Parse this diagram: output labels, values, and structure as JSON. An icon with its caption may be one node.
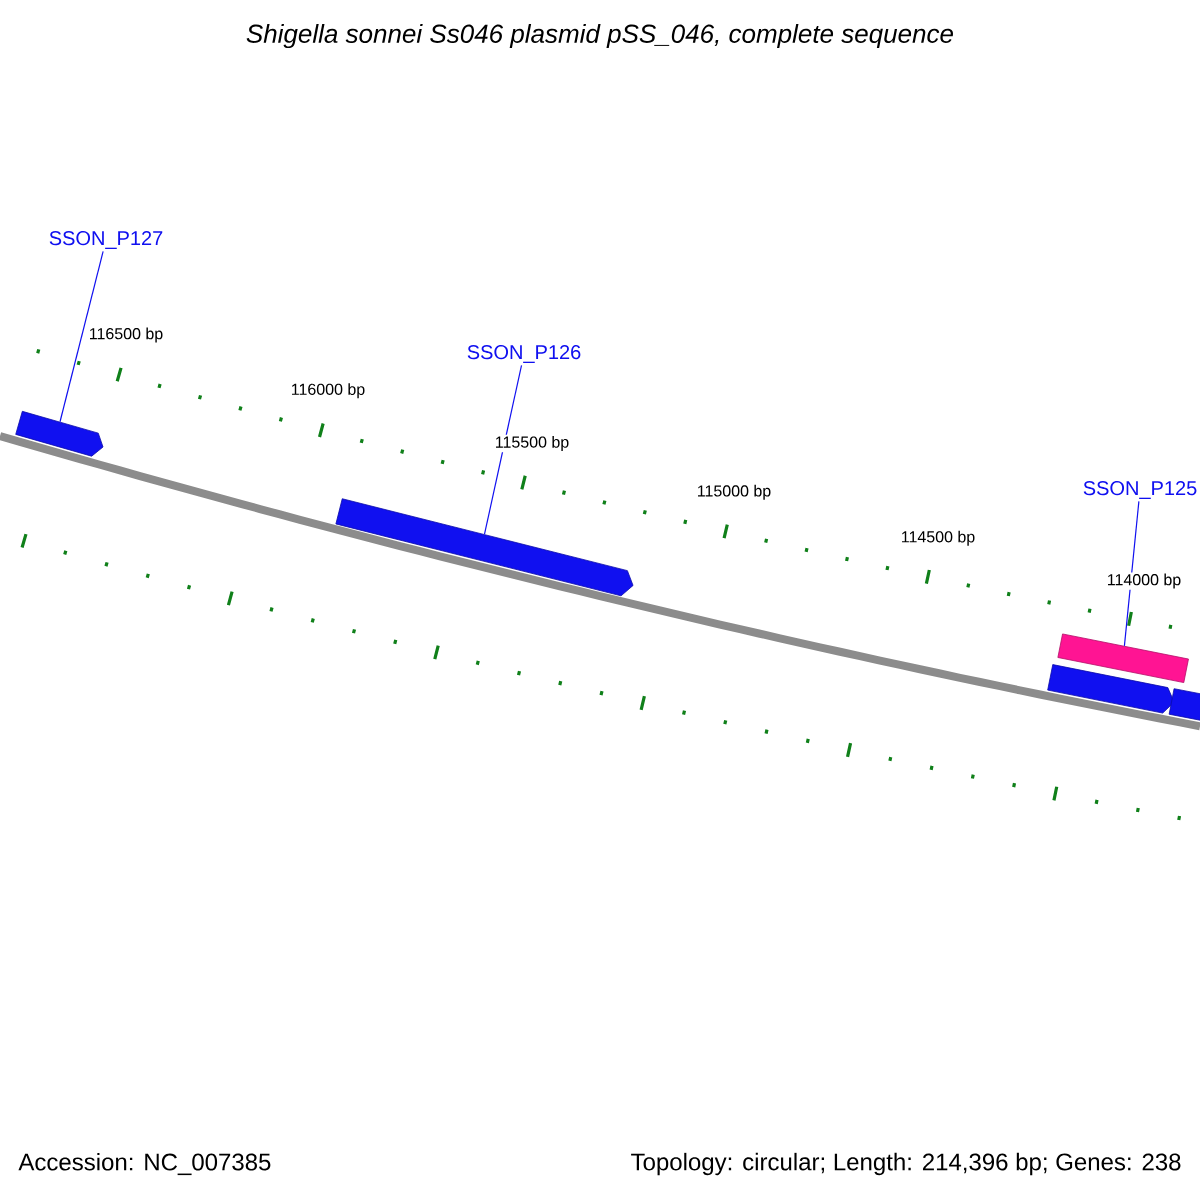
{
  "diagram": {
    "title": "Shigella sonnei Ss046 plasmid pSS_046, complete sequence",
    "nodes": [
      {
        "text": [
          "SSON_P127"
        ]
      },
      {
        "text": [],
        "shape": "bar"
      },
      {
        "text": [
          "SSON_P126"
        ]
      },
      {
        "text": [],
        "shape": "bar"
      },
      {
        "text": [
          "SSON_P125"
        ]
      },
      {
        "text": [],
        "shape": "bar"
      },
      {
        "text": [],
        "shape": "bar"
      },
      {
        "text": [],
        "shape": "bar"
      }
    ],
    "edges": [
      {
        "from": 0,
        "to": 1,
        "arrow": "none"
      },
      {
        "from": 2,
        "to": 3,
        "arrow": "none"
      },
      {
        "from": 4,
        "to": 5,
        "arrow": "none"
      }
    ],
    "labels": [
      "116500 bp",
      "116000 bp",
      "115500 bp",
      "115000 bp",
      "114500 bp",
      "114000 bp",
      "Accession: NC_007385",
      "Topology: circular; Length: 214,396 bp; Genes: 238"
    ]
  }
}
